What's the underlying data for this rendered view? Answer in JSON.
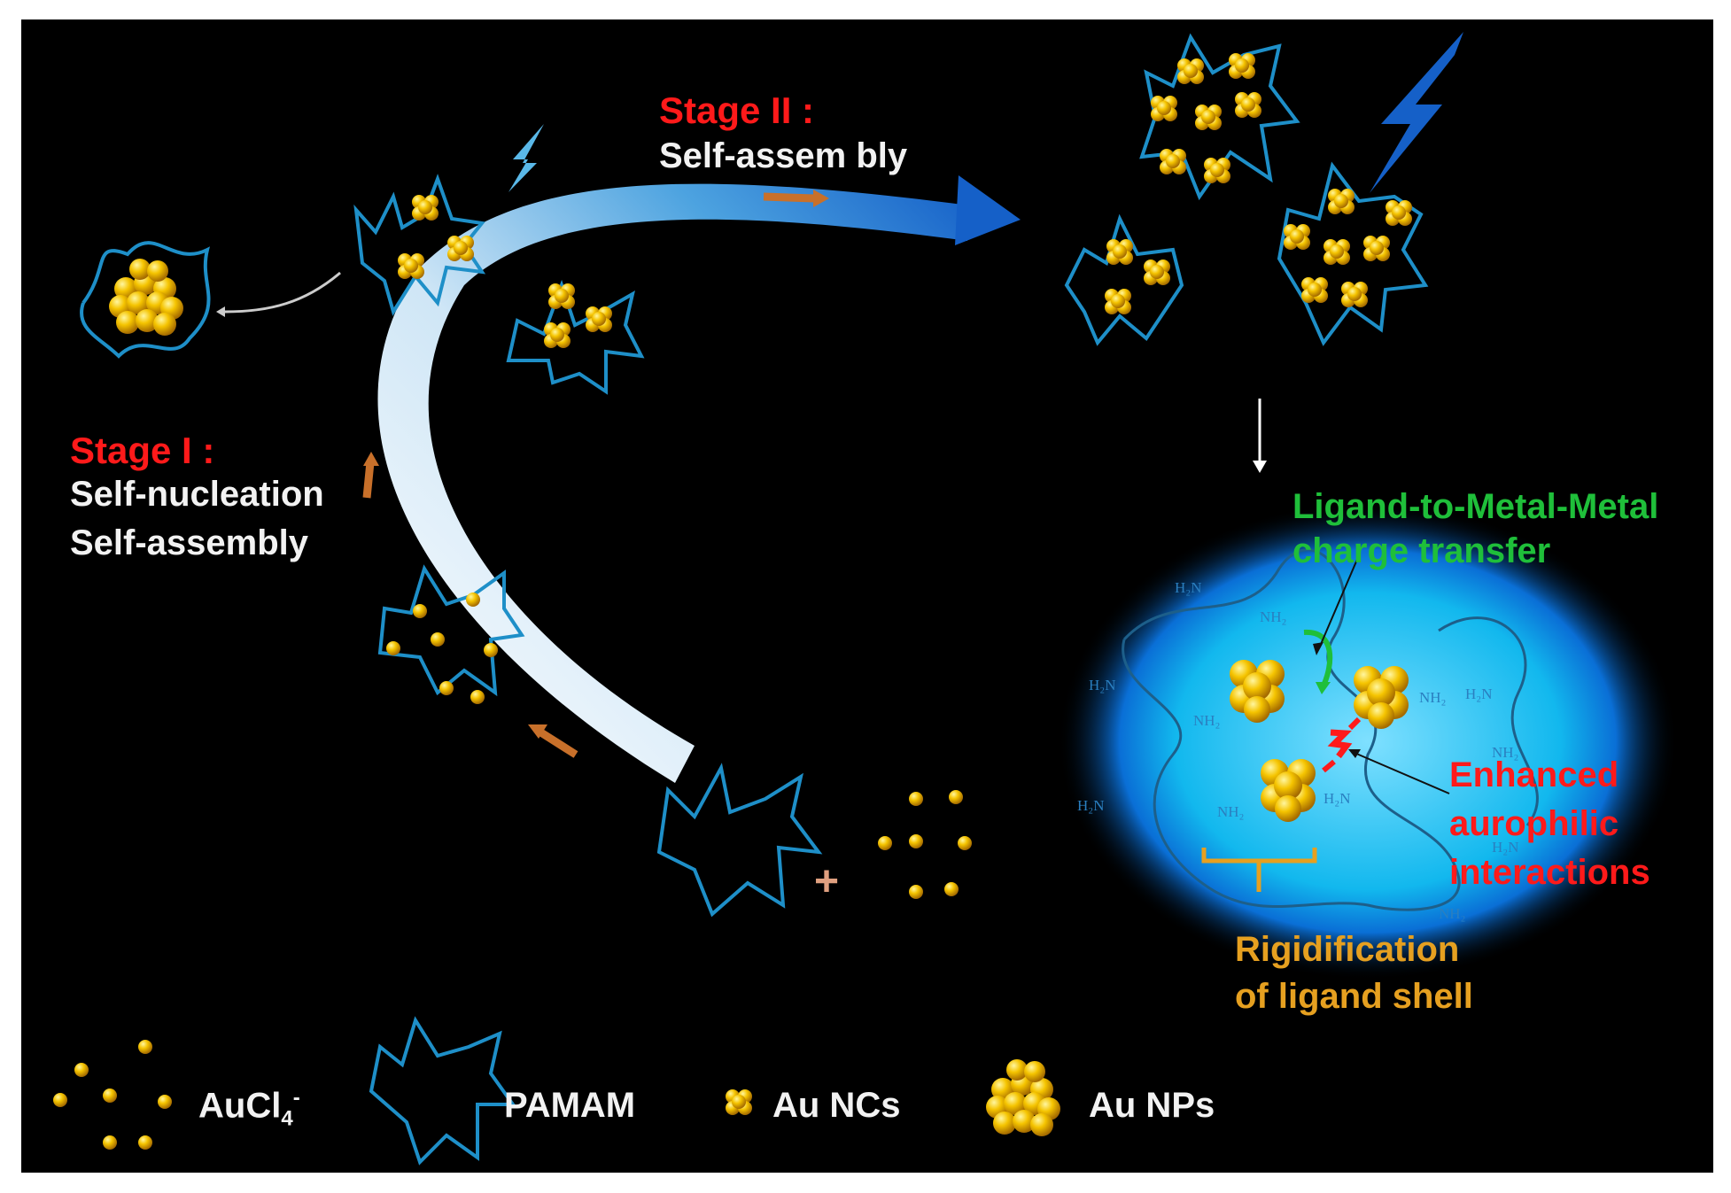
{
  "stage1": {
    "title": "Stage I :",
    "line1": "Self-nucleation",
    "line2": "Self-assembly"
  },
  "stage2": {
    "title": "Stage II :",
    "line1": "Self-assem bly"
  },
  "callouts": {
    "lmmct_line1": "Ligand-to-Metal-Metal",
    "lmmct_line2": "charge transfer",
    "aurophilic_line1": "Enhanced",
    "aurophilic_line2": "aurophilic",
    "aurophilic_line3": "interactions",
    "rigid_line1": "Rigidification",
    "rigid_line2": "of ligand shell"
  },
  "amine_labels": [
    "H₂N",
    "NH₂",
    "H₂N",
    "NH₂",
    "H₂N",
    "NH₂",
    "H₂N",
    "NH₂",
    "H₂N",
    "NH₂",
    "H₂N",
    "NH₂"
  ],
  "legend": {
    "aucl4": "AuCl",
    "aucl4_sub": "4",
    "aucl4_sup": "-",
    "pamam": "PAMAM",
    "au_ncs": "Au NCs",
    "au_nps": "Au NPs"
  },
  "plus": "+",
  "colors": {
    "background": "#000000",
    "pamam_chain": "#1e8fc8",
    "gold": "#f5c400",
    "stage_red": "#ff1a1a",
    "lmmct_green": "#1fbf3a",
    "rigid_orange": "#e6a020",
    "arrow_blue": "#1a6fd0",
    "small_arrow": "#c8702a"
  }
}
